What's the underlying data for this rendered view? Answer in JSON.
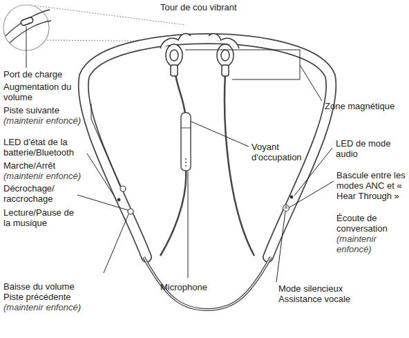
{
  "diagram": {
    "labels": [
      "Tour de cou vibrant",
      "Port de charge",
      "Augmentation du volume",
      "Piste suivante",
      "(maintenir enfoncé)",
      "LED d’état de la batterie/Bluetooth",
      "Marche/Arrêt",
      "(maintenir enfoncé)",
      "Décrochage/ raccrochage",
      "Lecture/Pause de la musique",
      "Baisse du volume",
      "Piste précédente",
      "(maintenir enfoncé)",
      "Zone magnétique",
      "Voyant d'occupation",
      "LED de mode audio",
      "Bascule entre les modes ANC et « Hear Through »",
      "Écoute de conversation",
      "(maintenir enfoncé)",
      "Microphone",
      "Mode silencieux",
      "Assistance vocale"
    ]
  }
}
